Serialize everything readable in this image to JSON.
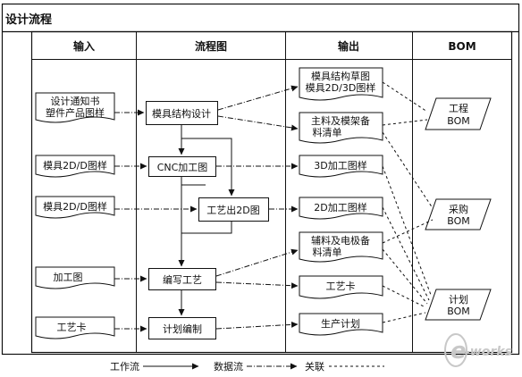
{
  "title": "设计流程",
  "columns": [
    "输入",
    "流程图",
    "输出",
    "BOM"
  ],
  "inputs": [
    {
      "line1": "设计通知书",
      "line2": "塑件产品图样"
    },
    {
      "line1": "模具2D/D图样"
    },
    {
      "line1": "模具2D/D图样"
    },
    {
      "line1": "加工图"
    },
    {
      "line1": "工艺卡"
    }
  ],
  "process": [
    "模具结构设计",
    "CNC加工图",
    "工艺出2D图",
    "编写工艺",
    "计划编制"
  ],
  "outputs": [
    {
      "line1": "模具结构草图",
      "line2": "模具2D/3D图样"
    },
    {
      "line1": "主料及模架备",
      "line2": "料清单"
    },
    {
      "line1": "3D加工图样"
    },
    {
      "line1": "2D加工图样"
    },
    {
      "line1": "辅料及电极备",
      "line2": "料清单"
    },
    {
      "line1": "工艺卡"
    },
    {
      "line1": "生产计划"
    }
  ],
  "bom": [
    {
      "line1": "工程",
      "line2": "BOM"
    },
    {
      "line1": "采购",
      "line2": "BOM"
    },
    {
      "line1": "计划",
      "line2": "BOM"
    }
  ],
  "legend": [
    "工作流",
    "数据流",
    "关联"
  ],
  "watermark": {
    "prefix": "e",
    "suffix": "-works"
  }
}
